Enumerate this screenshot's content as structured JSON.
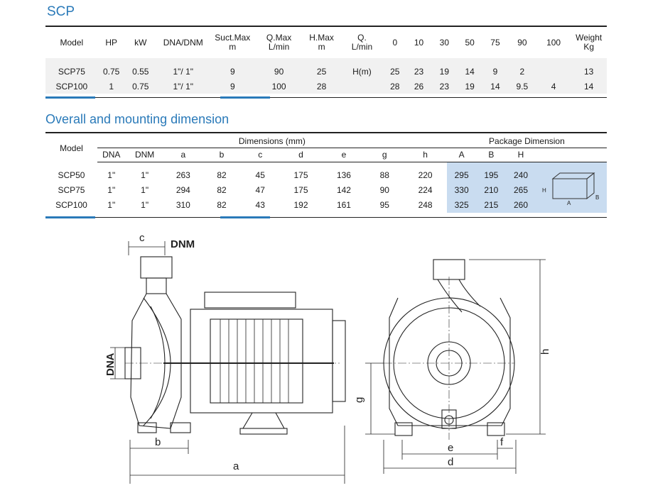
{
  "section1": {
    "title": "SCP",
    "headers": [
      "Model",
      "HP",
      "kW",
      "DNA/DNM",
      "Suct.Max\nm",
      "Q.Max\nL/min",
      "H.Max\nm",
      "Q.\nL/min",
      "0",
      "10",
      "30",
      "50",
      "75",
      "90",
      "100",
      "Weight\nKg"
    ],
    "rows": [
      [
        "SCP75",
        "0.75",
        "0.55",
        "1\"/ 1\"",
        "9",
        "90",
        "25",
        "H(m)",
        "25",
        "23",
        "19",
        "14",
        "9",
        "2",
        "",
        "13"
      ],
      [
        "SCP100",
        "1",
        "0.75",
        "1\"/ 1\"",
        "9",
        "100",
        "28",
        "",
        "28",
        "26",
        "23",
        "19",
        "14",
        "9.5",
        "4",
        "14"
      ]
    ]
  },
  "section2": {
    "title": "Overall and mounting dimension",
    "model_header": "Model",
    "dimensions_header": "Dimensions (mm)",
    "package_header": "Package Dimension",
    "subheaders": [
      "DNA",
      "DNM",
      "a",
      "b",
      "c",
      "d",
      "e",
      "g",
      "h"
    ],
    "package_subheaders": [
      "A",
      "B",
      "H"
    ],
    "rows": [
      [
        "SCP50",
        "1\"",
        "1\"",
        "263",
        "82",
        "45",
        "175",
        "136",
        "88",
        "220",
        "295",
        "195",
        "240"
      ],
      [
        "SCP75",
        "1\"",
        "1\"",
        "294",
        "82",
        "47",
        "175",
        "142",
        "90",
        "224",
        "330",
        "210",
        "265"
      ],
      [
        "SCP100",
        "1\"",
        "1\"",
        "310",
        "82",
        "43",
        "192",
        "161",
        "95",
        "248",
        "325",
        "215",
        "260"
      ]
    ],
    "box_labels": {
      "h": "H",
      "a": "A",
      "b": "B"
    }
  },
  "drawing_labels": {
    "c": "c",
    "dnm": "DNM",
    "dna": "DNA",
    "b": "b",
    "a": "a",
    "g": "g",
    "h": "h",
    "e": "e",
    "f": "f",
    "d": "d"
  },
  "colors": {
    "accent": "#2a7ab9",
    "package_bg": "#c9dcf0",
    "line": "#222222"
  }
}
